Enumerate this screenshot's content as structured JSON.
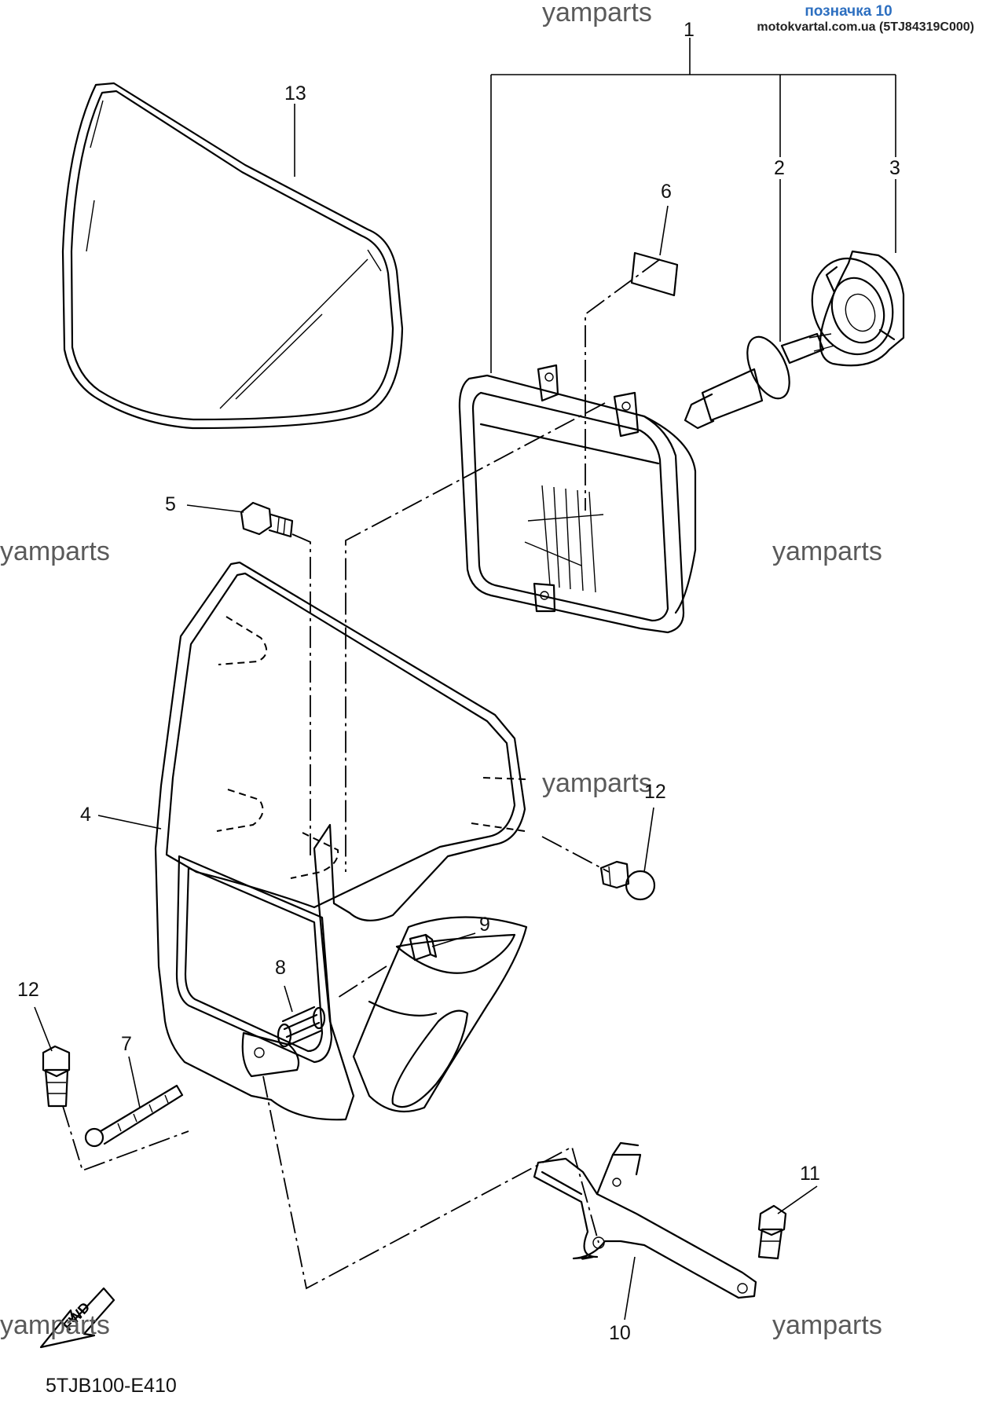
{
  "header": {
    "title": "позначка 10",
    "subtitle": "motokvartal.com.ua (5TJ84319C000)"
  },
  "watermarks": [
    "yamparts",
    "yamparts",
    "yamparts",
    "yamparts",
    "yamparts",
    "yamparts"
  ],
  "callouts": [
    "1",
    "2",
    "3",
    "4",
    "5",
    "6",
    "7",
    "8",
    "9",
    "10",
    "11",
    "12",
    "12",
    "13"
  ],
  "diagram_code": "5TJB100-E410",
  "fwd_label": "FWD",
  "colors": {
    "line": "#000000",
    "watermark": "#5a5a5a",
    "header_title": "#2d6fc0",
    "background": "#ffffff"
  }
}
